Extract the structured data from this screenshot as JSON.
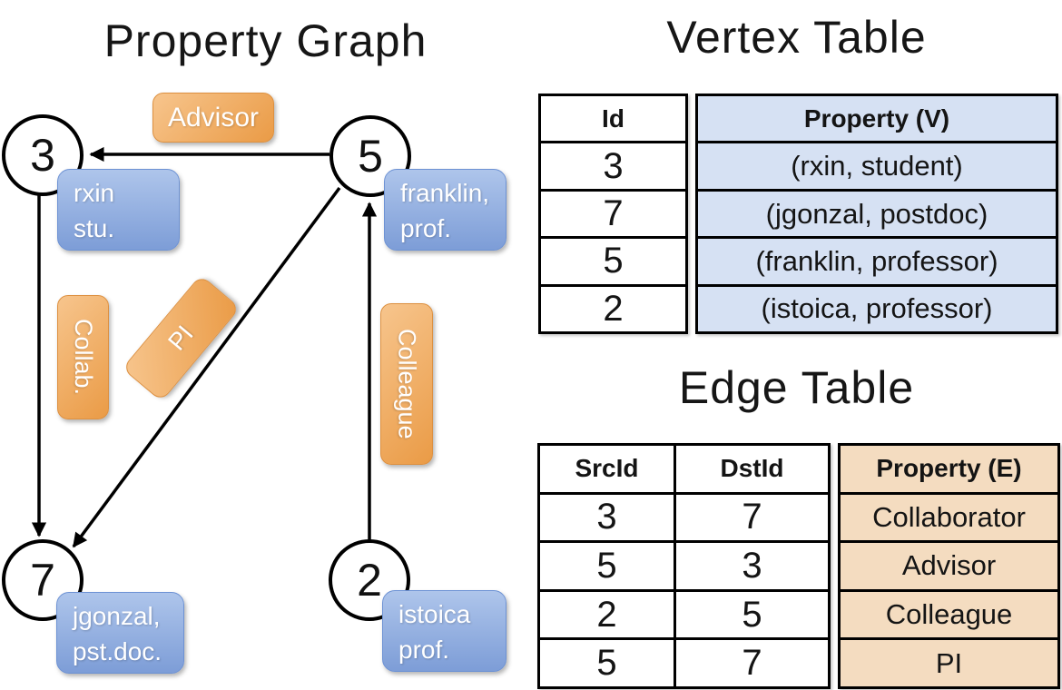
{
  "graph": {
    "title": "Property Graph",
    "nodes": [
      {
        "id": "3",
        "prop_line1": "rxin",
        "prop_line2": "stu."
      },
      {
        "id": "5",
        "prop_line1": "franklin,",
        "prop_line2": "prof."
      },
      {
        "id": "7",
        "prop_line1": "jgonzal,",
        "prop_line2": "pst.doc."
      },
      {
        "id": "2",
        "prop_line1": "istoica",
        "prop_line2": "prof."
      }
    ],
    "edge_labels": {
      "advisor": "Advisor",
      "collab": "Collab.",
      "pi": "PI",
      "colleague": "Colleague"
    }
  },
  "vertex_table": {
    "title": "Vertex Table",
    "headers": {
      "id": "Id",
      "property": "Property (V)"
    },
    "rows": [
      {
        "id": "3",
        "property": "(rxin, student)"
      },
      {
        "id": "7",
        "property": "(jgonzal, postdoc)"
      },
      {
        "id": "5",
        "property": "(franklin, professor)"
      },
      {
        "id": "2",
        "property": "(istoica, professor)"
      }
    ]
  },
  "edge_table": {
    "title": "Edge Table",
    "headers": {
      "src": "SrcId",
      "dst": "DstId",
      "property": "Property (E)"
    },
    "rows": [
      {
        "src": "3",
        "dst": "7",
        "property": "Collaborator"
      },
      {
        "src": "5",
        "dst": "3",
        "property": "Advisor"
      },
      {
        "src": "2",
        "dst": "5",
        "property": "Colleague"
      },
      {
        "src": "5",
        "dst": "7",
        "property": "PI"
      }
    ]
  },
  "colors": {
    "orange_top": "#f7c58d",
    "orange_bottom": "#ea9b46",
    "orange_border": "#dd9040",
    "blue_top": "#aec5eb",
    "blue_bottom": "#7d9dd7",
    "blue_border": "#6d92d4",
    "vertex_col_bg": "#d6e1f3",
    "edge_col_bg": "#f4dcc0",
    "edge_line": "#000000",
    "table_border": "#000000",
    "text_dark": "#141414",
    "text_light": "#ffffff"
  }
}
